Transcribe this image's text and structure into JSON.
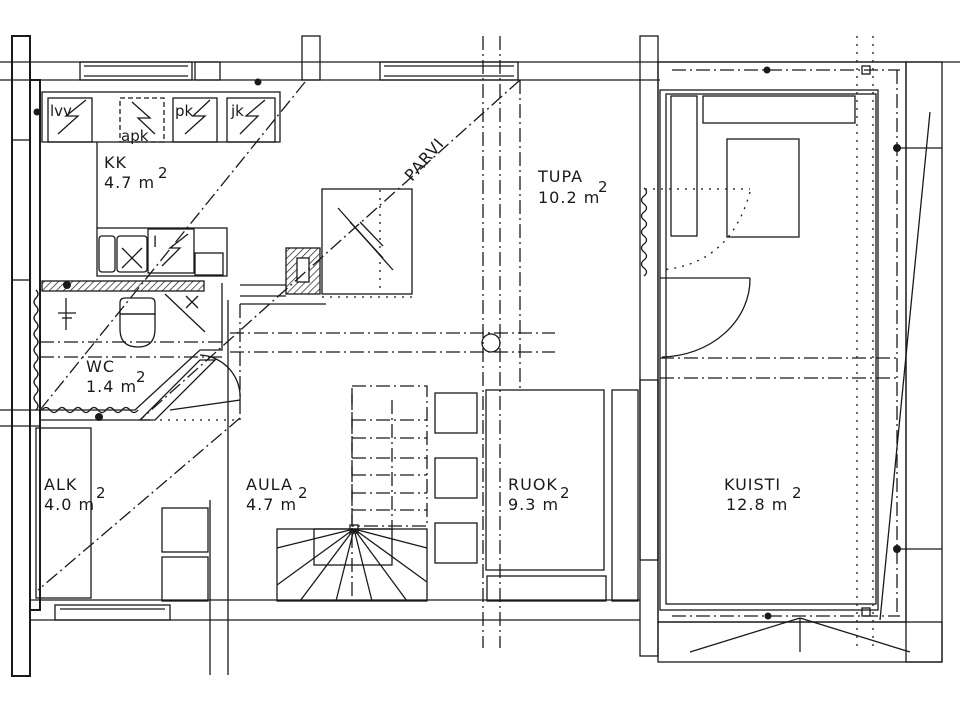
{
  "drawing": {
    "type": "floor plan",
    "line_color": "#1a1a1a",
    "background": "#ffffff"
  },
  "rooms": [
    {
      "id": "kk",
      "name": "KK",
      "area": "4.7 m",
      "unit_exp": "2"
    },
    {
      "id": "tupa",
      "name": "TUPA",
      "area": "10.2 m",
      "unit_exp": "2"
    },
    {
      "id": "wc",
      "name": "WC",
      "area": "1.4 m",
      "unit_exp": "2"
    },
    {
      "id": "alk",
      "name": "ALK",
      "area": "4.0 m",
      "unit_exp": "2"
    },
    {
      "id": "aula",
      "name": "AULA",
      "area": "4.7 m",
      "unit_exp": "2"
    },
    {
      "id": "ruok",
      "name": "RUOK",
      "area": "9.3 m",
      "unit_exp": "2"
    },
    {
      "id": "kuisti",
      "name": "KUISTI",
      "area": "12.8 m",
      "unit_exp": "2"
    }
  ],
  "annotations": {
    "loft": "PARVI"
  },
  "appliances": [
    {
      "id": "lvv",
      "label": "lvv"
    },
    {
      "id": "apk",
      "label": "apk"
    },
    {
      "id": "pk",
      "label": "pk"
    },
    {
      "id": "jk",
      "label": "jk"
    },
    {
      "id": "l",
      "label": "l"
    }
  ]
}
